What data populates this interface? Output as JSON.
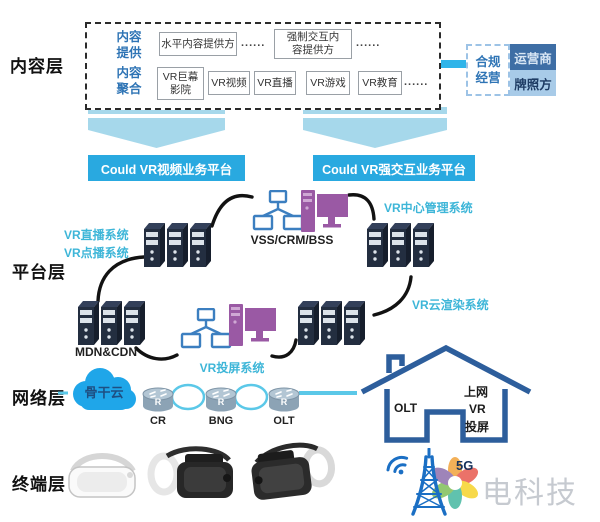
{
  "layer_labels": {
    "content": "内容层",
    "platform": "平台层",
    "network": "网络层",
    "terminal": "终端层"
  },
  "content_layer": {
    "provide_label": "内容\n提供",
    "aggregate_label": "内容\n聚合",
    "provide_items": [
      "水平内容提供方",
      "......",
      "强制交互内\n容提供方",
      "......"
    ],
    "aggregate_items": [
      "VR巨幕\n影院",
      "VR视频",
      "VR直播",
      "VR游戏",
      "VR教育",
      "......"
    ]
  },
  "compliance": {
    "label": "合规\n经营",
    "operator": "运营商",
    "licensee": "牌照方"
  },
  "banners": {
    "left": "Could VR视频业务平台",
    "right": "Could VR强交互业务平台"
  },
  "platform_layer": {
    "live_system": "VR直播系统",
    "vod_system": "VR点播系统",
    "vss": "VSS/CRM/BSS",
    "center_mgmt": "VR中心管理系统",
    "cloud_render": "VR云渲染系统",
    "mdn_cdn": "MDN&CDN",
    "casting": "VR投屏系统"
  },
  "network_layer": {
    "backbone_cloud": "骨干云",
    "routers": [
      "CR",
      "BNG",
      "OLT"
    ],
    "router_icon_letter": "R"
  },
  "house": {
    "olt": "OLT",
    "internet": "上网",
    "vr": "VR",
    "casting": "投屏"
  },
  "watermark": {
    "five_g": "5G",
    "brand": "电科技"
  },
  "colors": {
    "banner_blue": "#29A9E0",
    "cyan_label": "#3EB6D8",
    "operator_bg": "#3E6EA5",
    "licensee_bg": "#A8CBE8",
    "server_navy": "#232E40",
    "topology_blue": "#3C7FC0",
    "pc_purple": "#9A59A4",
    "cloud_blue": "#1FA6E9",
    "house_blue": "#2D5E9C",
    "tower_blue": "#1B6FC4",
    "chevron_blue": "#A6D8EB"
  }
}
